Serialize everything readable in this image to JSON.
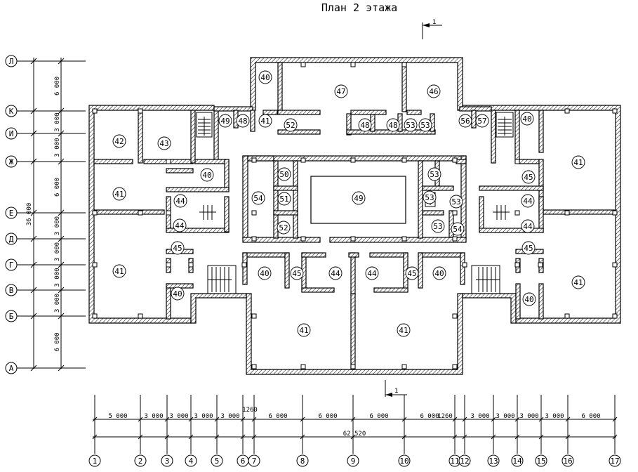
{
  "title": "План 2 этажа",
  "section_mark": "1",
  "rooms": [
    {
      "n": "40"
    },
    {
      "n": "47"
    },
    {
      "n": "46"
    },
    {
      "n": "49"
    },
    {
      "n": "48"
    },
    {
      "n": "41"
    },
    {
      "n": "52"
    },
    {
      "n": "48"
    },
    {
      "n": "48"
    },
    {
      "n": "53"
    },
    {
      "n": "53"
    },
    {
      "n": "56"
    },
    {
      "n": "57"
    },
    {
      "n": "40"
    },
    {
      "n": "42"
    },
    {
      "n": "43"
    },
    {
      "n": "41"
    },
    {
      "n": "40"
    },
    {
      "n": "50"
    },
    {
      "n": "53"
    },
    {
      "n": "45"
    },
    {
      "n": "41"
    },
    {
      "n": "44"
    },
    {
      "n": "54"
    },
    {
      "n": "51"
    },
    {
      "n": "49"
    },
    {
      "n": "53"
    },
    {
      "n": "53"
    },
    {
      "n": "44"
    },
    {
      "n": "44"
    },
    {
      "n": "52"
    },
    {
      "n": "53"
    },
    {
      "n": "54"
    },
    {
      "n": "44"
    },
    {
      "n": "45"
    },
    {
      "n": "45"
    },
    {
      "n": "41"
    },
    {
      "n": "40"
    },
    {
      "n": "45"
    },
    {
      "n": "44"
    },
    {
      "n": "44"
    },
    {
      "n": "45"
    },
    {
      "n": "40"
    },
    {
      "n": "41"
    },
    {
      "n": "40"
    },
    {
      "n": "40"
    },
    {
      "n": "41"
    },
    {
      "n": "41"
    }
  ],
  "axes_letters": [
    "Л",
    "К",
    "И",
    "Ж",
    "Е",
    "Д",
    "Г",
    "В",
    "Б",
    "А"
  ],
  "axes_numbers": [
    "1",
    "2",
    "3",
    "4",
    "5",
    "6",
    "7",
    "8",
    "9",
    "10",
    "11",
    "12",
    "13",
    "14",
    "15",
    "16",
    "17"
  ],
  "dims_vertical": [
    "6 000",
    "3 000",
    "3 000",
    "6 000",
    "3 000",
    "3 000",
    "3 000",
    "3 000",
    "6 000"
  ],
  "dim_vertical_total": "36 000",
  "dims_horizontal": [
    "5 000",
    "3 000",
    "3 000",
    "3 000",
    "3 000",
    "1260",
    "6 000",
    "6 000",
    "6 000",
    "6 000",
    "1260",
    "3 000",
    "3 000",
    "3 000",
    "3 000",
    "6 000"
  ],
  "dim_horizontal_total": "62 520"
}
